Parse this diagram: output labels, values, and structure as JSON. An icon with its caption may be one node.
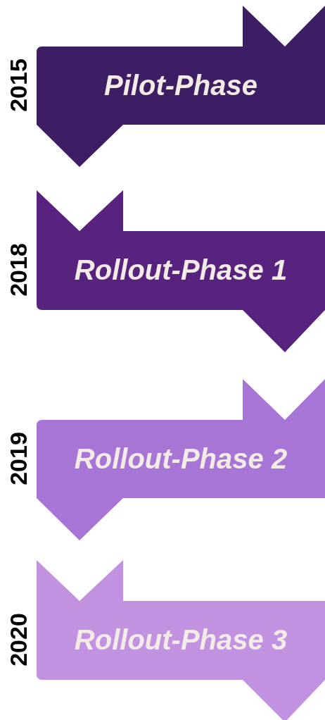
{
  "diagram": {
    "nodes": [
      {
        "text": [
          "Pilot-Phase"
        ],
        "beside": [
          "2015"
        ]
      },
      {
        "text": [
          "Rollout-Phase 1"
        ],
        "beside": [
          "2018"
        ]
      },
      {
        "text": [
          "Rollout-Phase 2"
        ],
        "beside": [
          "2019"
        ]
      },
      {
        "text": [
          "Rollout-Phase 3"
        ],
        "beside": [
          "2020"
        ]
      }
    ]
  }
}
